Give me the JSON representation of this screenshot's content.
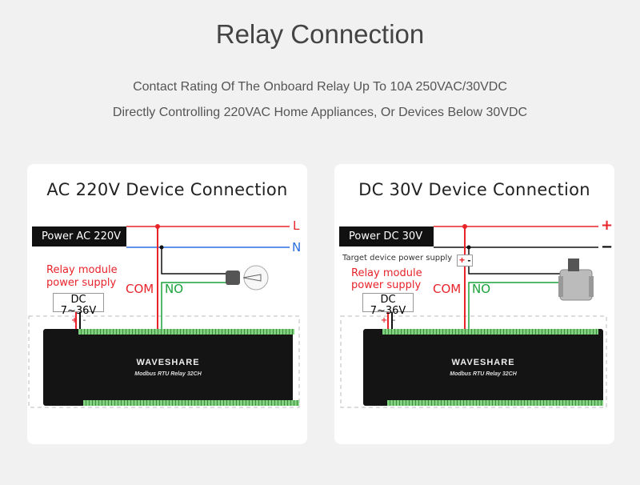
{
  "header": {
    "title": "Relay Connection",
    "line1": "Contact Rating Of The Onboard Relay Up To 10A 250VAC/30VDC",
    "line2": "Directly Controlling 220VAC Home Appliances, Or Devices Below 30VDC"
  },
  "ac_card": {
    "title": "AC 220V Device Connection",
    "power_label": "Power AC 220V",
    "line_top": "L",
    "line_bottom": "N",
    "supply_label_1": "Relay module",
    "supply_label_2": "power supply",
    "dc_label": "DC 7~36V",
    "plus": "+",
    "minus": "-",
    "com": "COM",
    "no": "NO",
    "brand": "WAVESHARE",
    "model": "Modbus RTU Relay 32CH"
  },
  "dc_card": {
    "title": "DC 30V Device Connection",
    "power_label": "Power DC 30V",
    "line_top": "+",
    "line_bottom": "−",
    "target_label": "Target device power supply",
    "supply_label_1": "Relay module",
    "supply_label_2": "power supply",
    "dc_label": "DC 7~36V",
    "plus": "+",
    "minus": "-",
    "com": "COM",
    "no": "NO",
    "brand": "WAVESHARE",
    "model": "Modbus RTU Relay 32CH"
  }
}
